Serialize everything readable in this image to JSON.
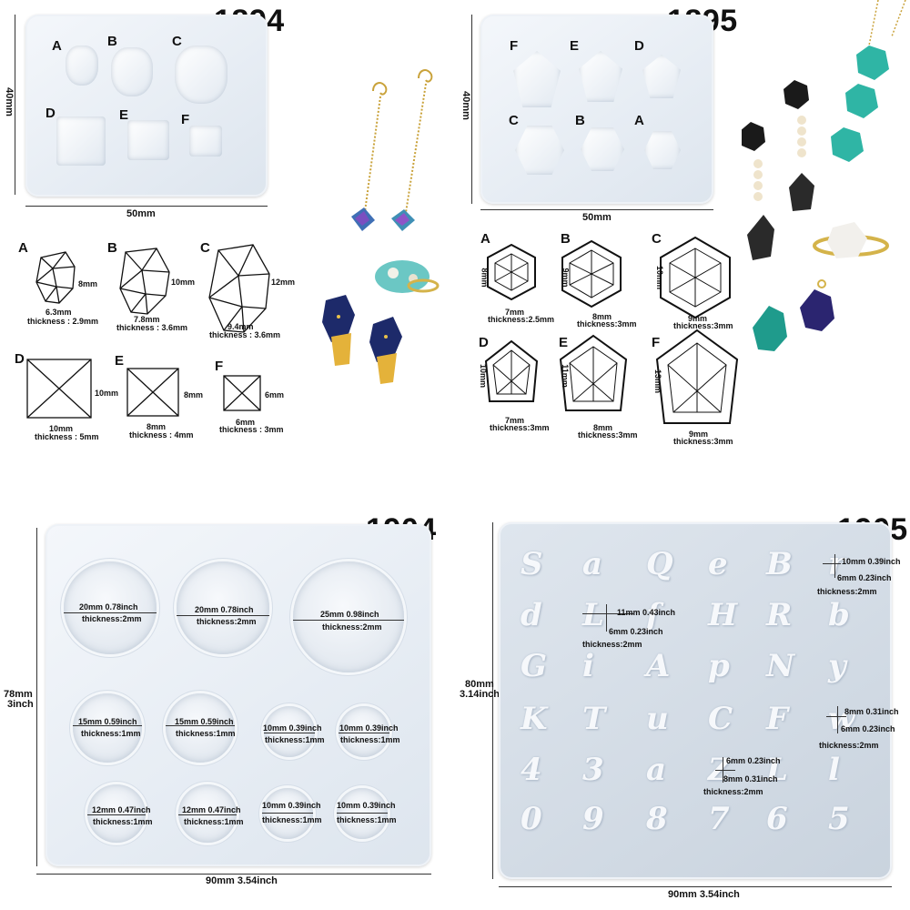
{
  "q1": {
    "code": "1894",
    "height_label": "40mm",
    "width_label": "50mm",
    "cavity_letters": [
      "A",
      "B",
      "C",
      "D",
      "E",
      "F"
    ],
    "specs": [
      {
        "letter": "A",
        "side": "8mm",
        "width": "6.3mm",
        "thickness": "thickness : 2.9mm"
      },
      {
        "letter": "B",
        "side": "10mm",
        "width": "7.8mm",
        "thickness": "thickness : 3.6mm"
      },
      {
        "letter": "C",
        "side": "12mm",
        "width": "9.4mm",
        "thickness": "thickness : 3.6mm"
      },
      {
        "letter": "D",
        "side": "10mm",
        "width": "10mm",
        "thickness": "thickness : 5mm"
      },
      {
        "letter": "E",
        "side": "8mm",
        "width": "8mm",
        "thickness": "thickness : 4mm"
      },
      {
        "letter": "F",
        "side": "6mm",
        "width": "6mm",
        "thickness": "thickness : 3mm"
      }
    ]
  },
  "q2": {
    "code": "1895",
    "height_label": "40mm",
    "width_label": "50mm",
    "cavity_letters": [
      "F",
      "E",
      "D",
      "C",
      "B",
      "A"
    ],
    "specs": [
      {
        "letter": "A",
        "side": "8mm",
        "width": "7mm",
        "thickness": "thickness:2.5mm"
      },
      {
        "letter": "B",
        "side": "9mm",
        "width": "8mm",
        "thickness": "thickness:3mm"
      },
      {
        "letter": "C",
        "side": "10mm",
        "width": "9mm",
        "thickness": "thickness:3mm"
      },
      {
        "letter": "D",
        "side": "10mm",
        "width": "7mm",
        "thickness": "thickness:3mm"
      },
      {
        "letter": "E",
        "side": "11mm",
        "width": "8mm",
        "thickness": "thickness:3mm"
      },
      {
        "letter": "F",
        "side": "13mm",
        "width": "9mm",
        "thickness": "thickness:3mm"
      }
    ]
  },
  "q3": {
    "code": "1904",
    "height_label": "78mm",
    "height_label_inch": "3inch",
    "width_label": "90mm 3.54inch",
    "circles": [
      {
        "size": "20mm 0.78inch",
        "thickness": "thickness:2mm"
      },
      {
        "size": "20mm 0.78inch",
        "thickness": "thickness:2mm"
      },
      {
        "size": "25mm 0.98inch",
        "thickness": "thickness:2mm"
      },
      {
        "size": "15mm 0.59inch",
        "thickness": "thickness:1mm"
      },
      {
        "size": "15mm 0.59inch",
        "thickness": "thickness:1mm"
      },
      {
        "size": "10mm 0.39inch",
        "thickness": "thickness:1mm"
      },
      {
        "size": "10mm 0.39inch",
        "thickness": "thickness:1mm"
      },
      {
        "size": "12mm 0.47inch",
        "thickness": "thickness:1mm"
      },
      {
        "size": "12mm 0.47inch",
        "thickness": "thickness:1mm"
      },
      {
        "size": "10mm 0.39inch",
        "thickness": "thickness:1mm"
      },
      {
        "size": "10mm 0.39inch",
        "thickness": "thickness:1mm"
      }
    ]
  },
  "q4": {
    "code": "1905",
    "height_label": "80mm",
    "height_label_inch": "3.14inch",
    "width_label": "90mm 3.54inch",
    "glyphs": [
      "S",
      "a",
      "Q",
      "e",
      "B",
      "r",
      "d",
      "L",
      "f",
      "H",
      "R",
      "b",
      "G",
      "i",
      "A",
      "p",
      "N",
      "y",
      "K",
      "T",
      "u",
      "C",
      "F",
      "w",
      "4",
      "3",
      "a",
      "Z",
      "L",
      "l",
      "0",
      "9",
      "8",
      "7",
      "6",
      "5"
    ],
    "callouts": [
      {
        "h": "10mm 0.39inch",
        "v": "6mm 0.23inch",
        "thickness": "thickness:2mm"
      },
      {
        "h": "11mm 0.43inch",
        "v": "6mm 0.23inch",
        "thickness": "thickness:2mm"
      },
      {
        "h": "8mm 0.31inch",
        "v": "6mm 0.23inch",
        "thickness": "thickness:2mm"
      },
      {
        "h": "6mm 0.23inch",
        "v": "8mm 0.31inch",
        "thickness": "thickness:2mm"
      }
    ]
  }
}
